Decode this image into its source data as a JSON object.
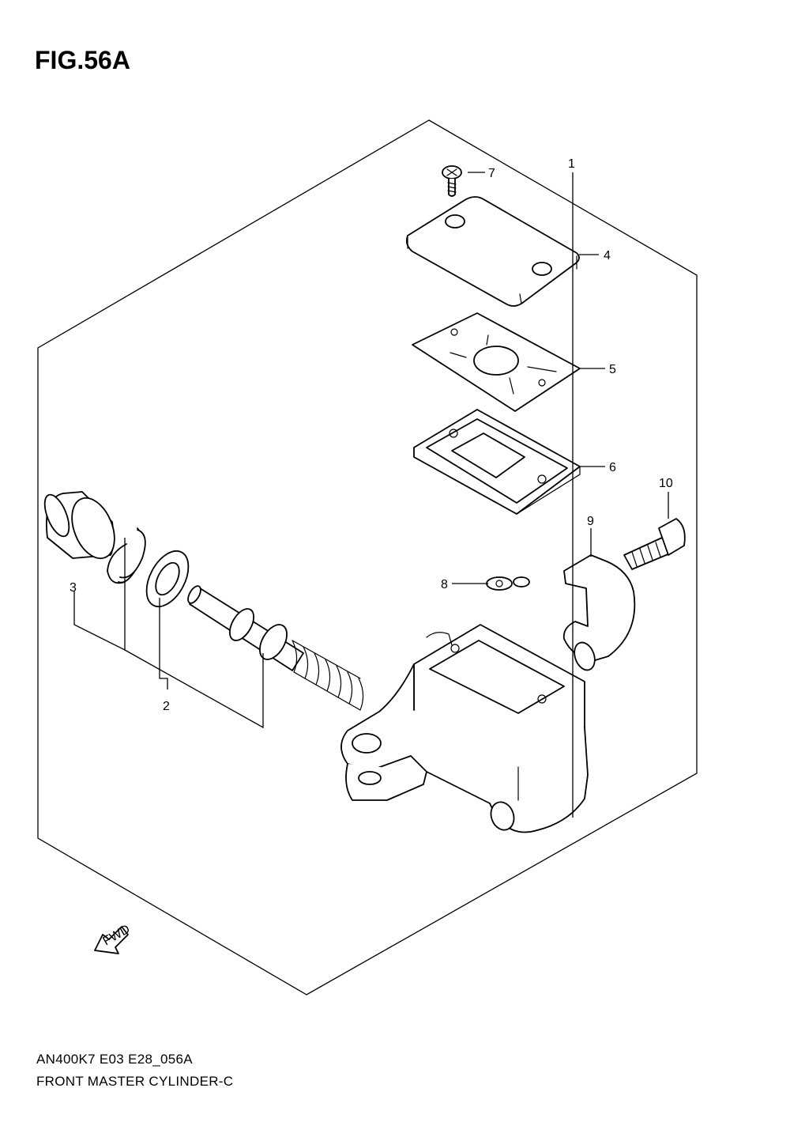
{
  "figure": {
    "title": "FIG.56A"
  },
  "footer": {
    "model_code": "AN400K7 E03 E28_056A",
    "part_name": "FRONT MASTER CYLINDER-C"
  },
  "fwd_arrow": {
    "label": "FWD"
  },
  "callouts": [
    {
      "id": "1",
      "label": "1"
    },
    {
      "id": "2",
      "label": "2"
    },
    {
      "id": "3",
      "label": "3"
    },
    {
      "id": "4",
      "label": "4"
    },
    {
      "id": "5",
      "label": "5"
    },
    {
      "id": "6",
      "label": "6"
    },
    {
      "id": "7",
      "label": "7"
    },
    {
      "id": "8",
      "label": "8"
    },
    {
      "id": "9",
      "label": "9"
    },
    {
      "id": "10",
      "label": "10"
    }
  ]
}
